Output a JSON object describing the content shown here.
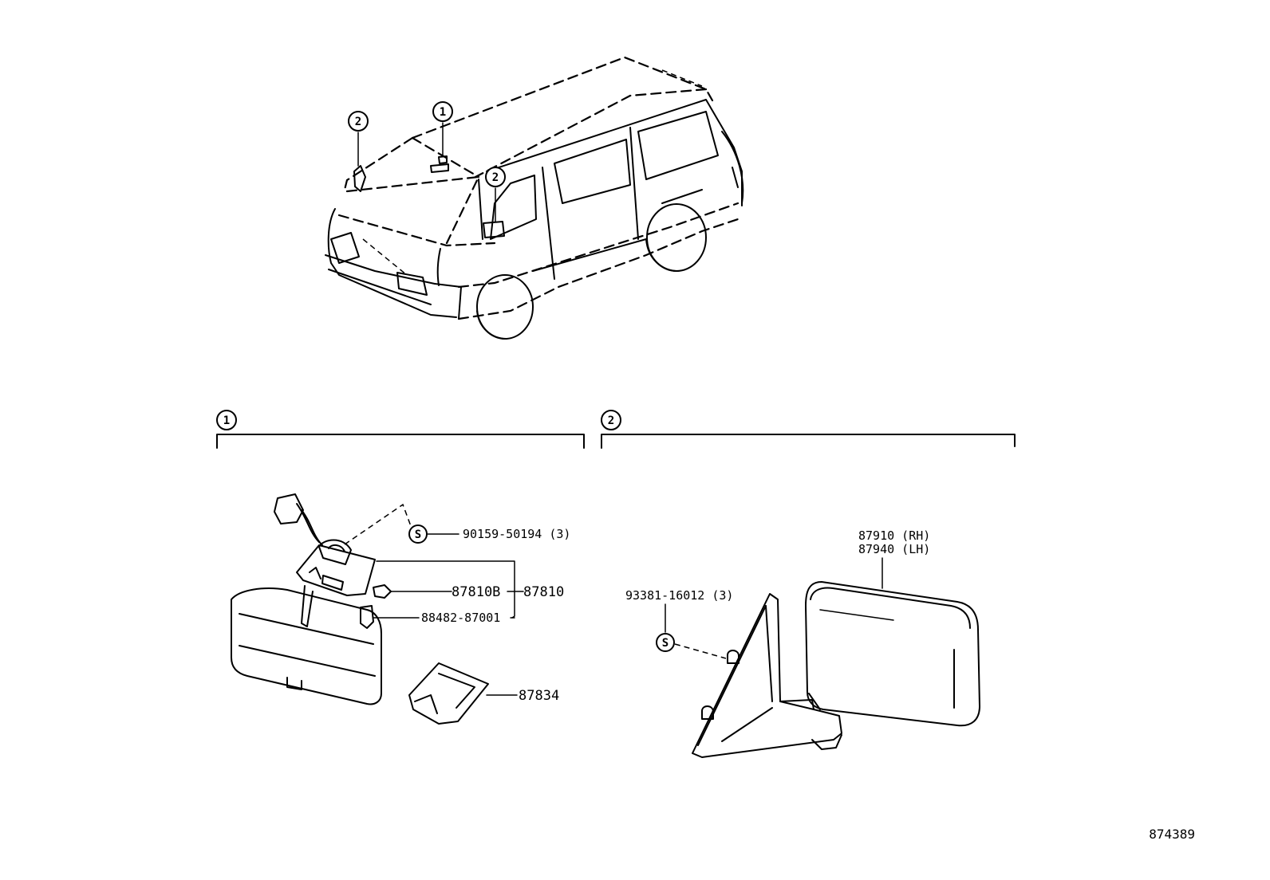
{
  "callouts": {
    "one": "1",
    "two": "2"
  },
  "interior_mirror": {
    "section_number": "1",
    "screw_symbol": "S",
    "parts": {
      "screw": "90159-50194 (3)",
      "lamp_bulb": "87810B",
      "assembly": "87810",
      "clip": "88482-87001",
      "cover": "87834"
    }
  },
  "outer_mirror": {
    "section_number": "2",
    "screw_symbol": "S",
    "parts": {
      "screw": "93381-16012 (3)",
      "mirror_rh": "87910 (RH)",
      "mirror_lh": "87940 (LH)"
    }
  },
  "document_id": "874389"
}
